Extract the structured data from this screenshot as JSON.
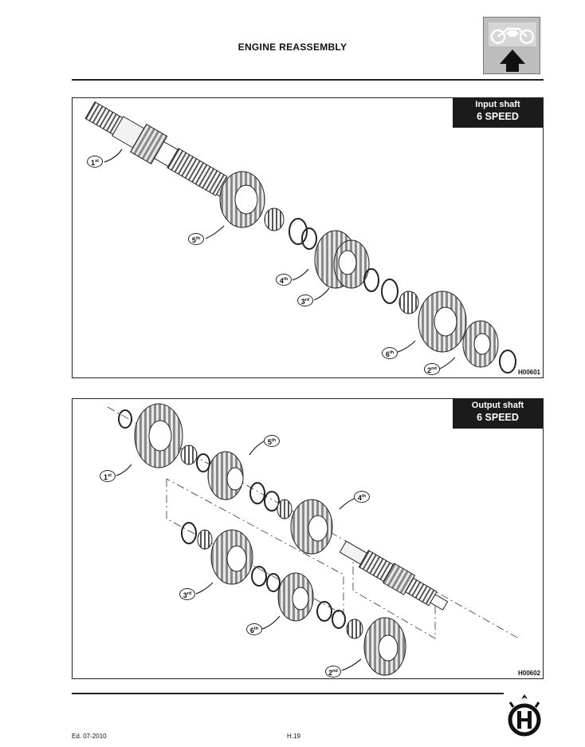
{
  "header": {
    "title": "ENGINE REASSEMBLY",
    "icon": "motorcycle-engine-icon"
  },
  "panels": [
    {
      "label_line1": "Input shaft",
      "label_line2": "6 SPEED",
      "code": "H00601",
      "callouts": [
        {
          "num": "1",
          "suffix": "st"
        },
        {
          "num": "5",
          "suffix": "th"
        },
        {
          "num": "4",
          "suffix": "th"
        },
        {
          "num": "3",
          "suffix": "rd"
        },
        {
          "num": "6",
          "suffix": "th"
        },
        {
          "num": "2",
          "suffix": "nd"
        }
      ]
    },
    {
      "label_line1": "Output shaft",
      "label_line2": "6 SPEED",
      "code": "H00602",
      "callouts": [
        {
          "num": "1",
          "suffix": "st"
        },
        {
          "num": "5",
          "suffix": "th"
        },
        {
          "num": "4",
          "suffix": "th"
        },
        {
          "num": "3",
          "suffix": "rd"
        },
        {
          "num": "6",
          "suffix": "th"
        },
        {
          "num": "2",
          "suffix": "nd"
        }
      ]
    }
  ],
  "footer": {
    "edition": "Ed. 07-2010",
    "page": "H.19",
    "logo": "husqvarna-logo-icon"
  }
}
